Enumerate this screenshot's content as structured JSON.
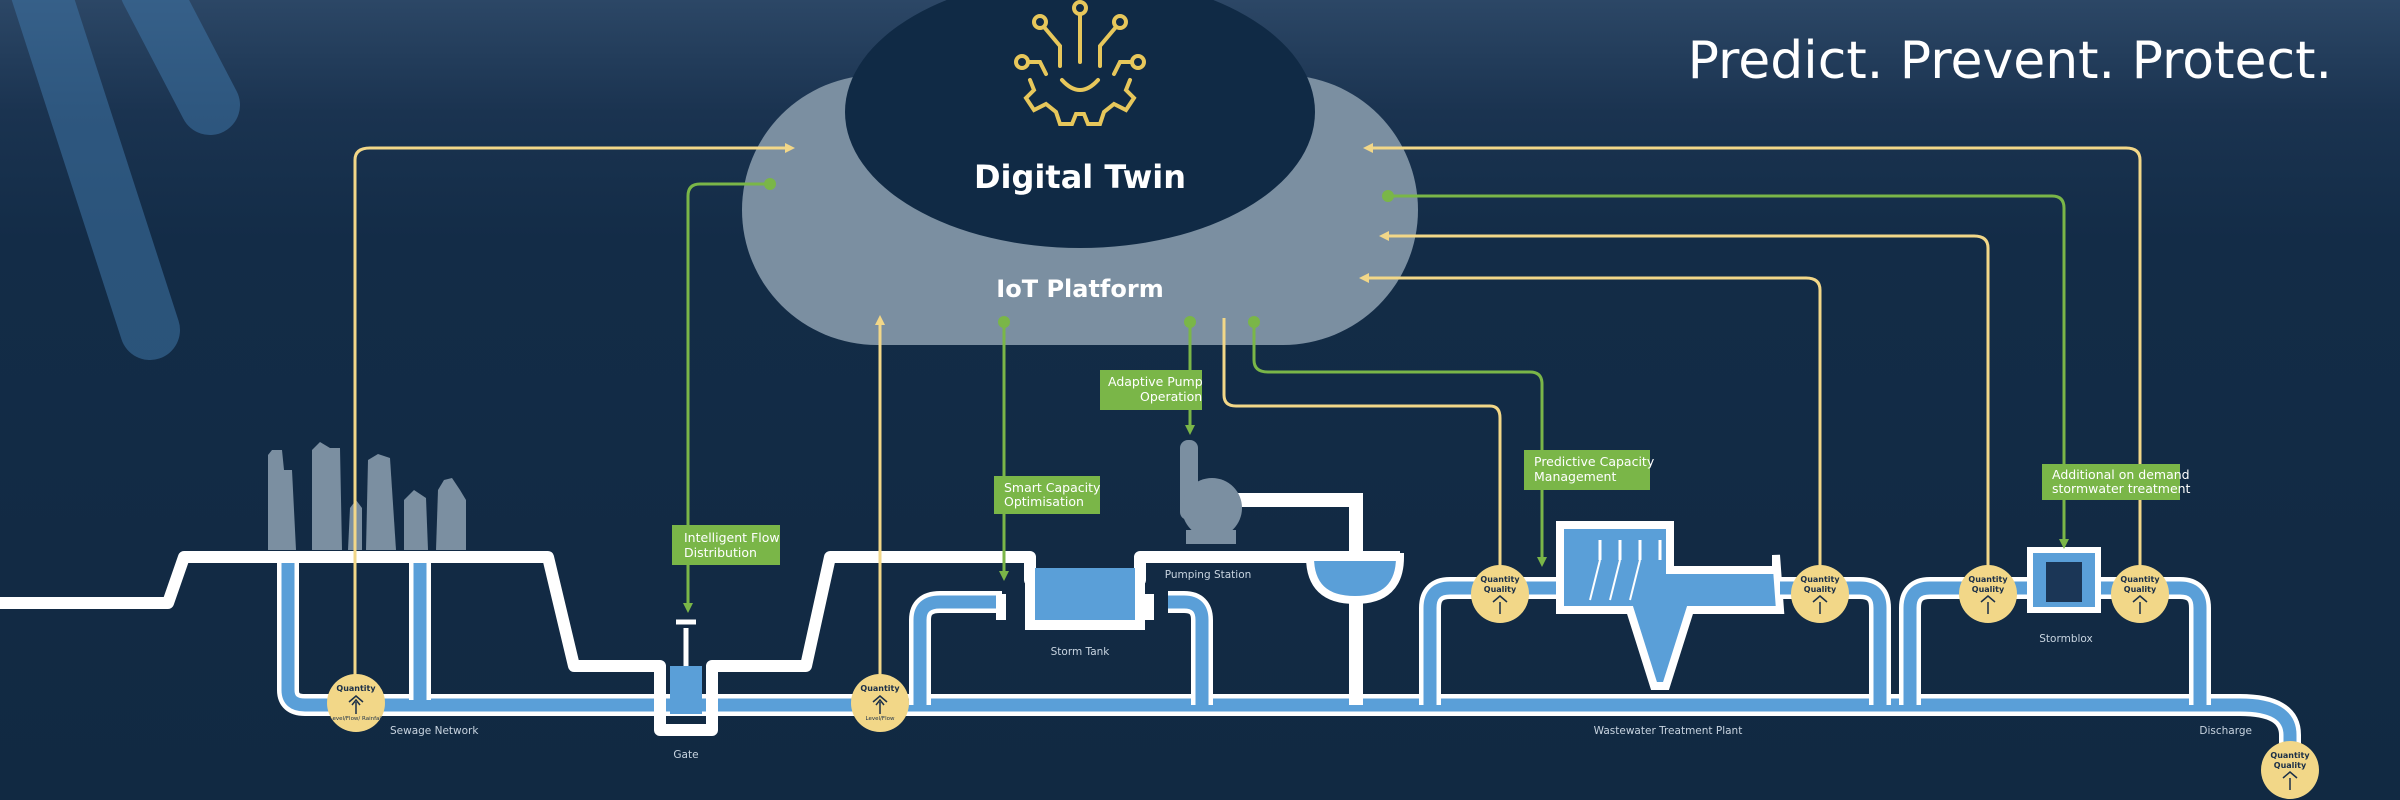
{
  "header": {
    "tagline": "Predict. Prevent. Protect."
  },
  "cloud": {
    "digital_twin": "Digital Twin",
    "iot_platform": "IoT Platform"
  },
  "actions": {
    "intelligent_flow": [
      "Intelligent Flow",
      "Distribution"
    ],
    "smart_capacity": [
      "Smart Capacity",
      "Optimisation"
    ],
    "adaptive_pump": [
      "Adaptive Pump",
      "Operation"
    ],
    "predictive_capacity": [
      "Predictive Capacity",
      "Management"
    ],
    "additional_treatment": [
      "Additional on demand",
      "stormwater treatment"
    ]
  },
  "nodes": {
    "sewage_network": "Sewage Network",
    "gate": "Gate",
    "storm_tank": "Storm Tank",
    "pumping_station": "Pumping Station",
    "wwtp": "Wastewater Treatment Plant",
    "stormblox": "Stormblox",
    "discharge": "Discharge"
  },
  "sensors": {
    "quantity": "Quantity",
    "quality": "Quality",
    "sub_level_flow_rainfall": "Level/Flow/ Rainfall",
    "sub_level_flow": "Level/Flow"
  },
  "colors": {
    "yellow_link": "#f2d788",
    "green_link": "#7ab648",
    "water": "#5a9fd8",
    "cloud_outer": "#7b8fa1",
    "cloud_inner": "#102a45"
  }
}
